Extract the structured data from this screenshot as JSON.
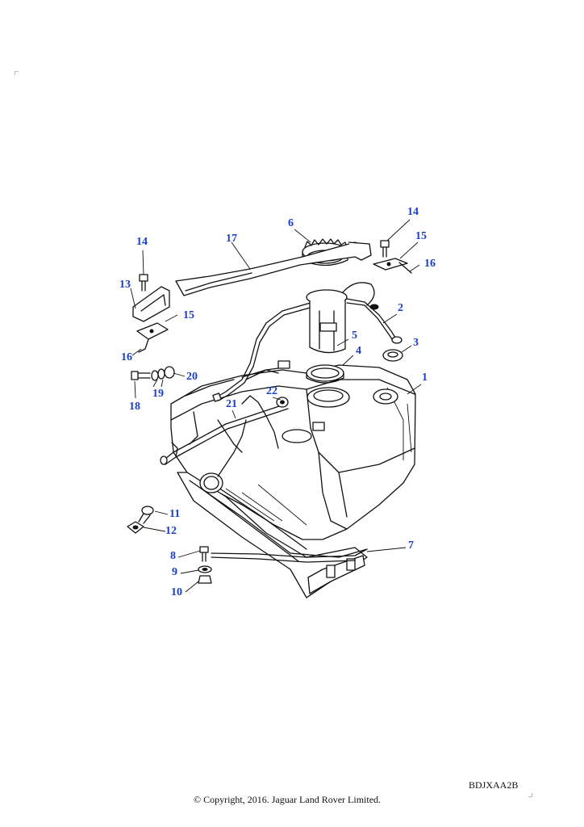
{
  "diagram": {
    "callouts": [
      {
        "id": "c1",
        "text": "1"
      },
      {
        "id": "c2",
        "text": "2"
      },
      {
        "id": "c3",
        "text": "3"
      },
      {
        "id": "c4",
        "text": "4"
      },
      {
        "id": "c5",
        "text": "5"
      },
      {
        "id": "c6",
        "text": "6"
      },
      {
        "id": "c7",
        "text": "7"
      },
      {
        "id": "c8",
        "text": "8"
      },
      {
        "id": "c9",
        "text": "9"
      },
      {
        "id": "c10",
        "text": "10"
      },
      {
        "id": "c11",
        "text": "11"
      },
      {
        "id": "c12",
        "text": "12"
      },
      {
        "id": "c13",
        "text": "13"
      },
      {
        "id": "c14a",
        "text": "14"
      },
      {
        "id": "c14b",
        "text": "14"
      },
      {
        "id": "c15a",
        "text": "15"
      },
      {
        "id": "c15b",
        "text": "15"
      },
      {
        "id": "c16a",
        "text": "16"
      },
      {
        "id": "c16b",
        "text": "16"
      },
      {
        "id": "c17",
        "text": "17"
      },
      {
        "id": "c18",
        "text": "18"
      },
      {
        "id": "c19",
        "text": "19"
      },
      {
        "id": "c20",
        "text": "20"
      },
      {
        "id": "c21",
        "text": "21"
      },
      {
        "id": "c22",
        "text": "22"
      }
    ],
    "callout_color": "#1a3fc4",
    "line_color": "#111111",
    "reference_code": "BDJXAA2B",
    "copyright": "© Copyright, 2016. Jaguar Land Rover Limited."
  }
}
